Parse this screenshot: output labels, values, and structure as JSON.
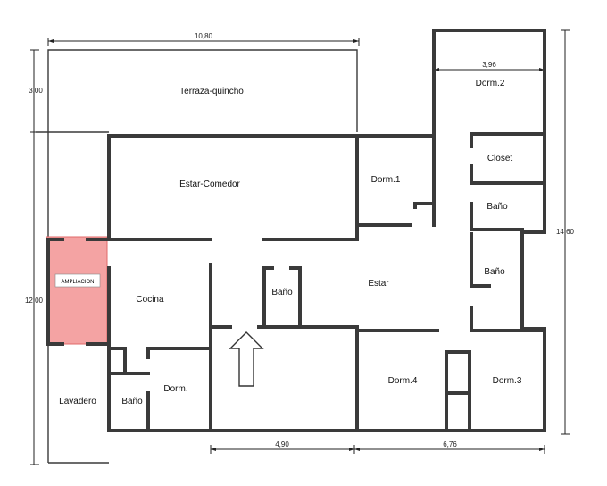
{
  "rooms": {
    "terraza": "Terraza-quincho",
    "dorm2": "Dorm.2",
    "estar_comedor": "Estar-Comedor",
    "dorm1": "Dorm.1",
    "closet": "Closet",
    "bano_1": "Baño",
    "bano_2": "Baño",
    "ampliacion": "AMPLIACION",
    "cocina": "Cocina",
    "bano_3": "Baño",
    "estar": "Estar",
    "lavadero": "Lavadero",
    "bano_4": "Baño",
    "dorm": "Dorm.",
    "dorm4": "Dorm.4",
    "dorm3": "Dorm.3"
  },
  "dimensions": {
    "top_width": "10,80",
    "dorm2_width": "3,96",
    "left_top": "3,00",
    "left_main": "12,00",
    "right_total": "14,60",
    "bottom_left": "4,90",
    "bottom_right": "6,76"
  },
  "colors": {
    "ampliacion_fill": "#f4a3a3",
    "ampliacion_stroke": "#e06a6a",
    "walls": "#3a3a3a"
  },
  "icons": {
    "entrance": "entrance-arrow-icon"
  }
}
